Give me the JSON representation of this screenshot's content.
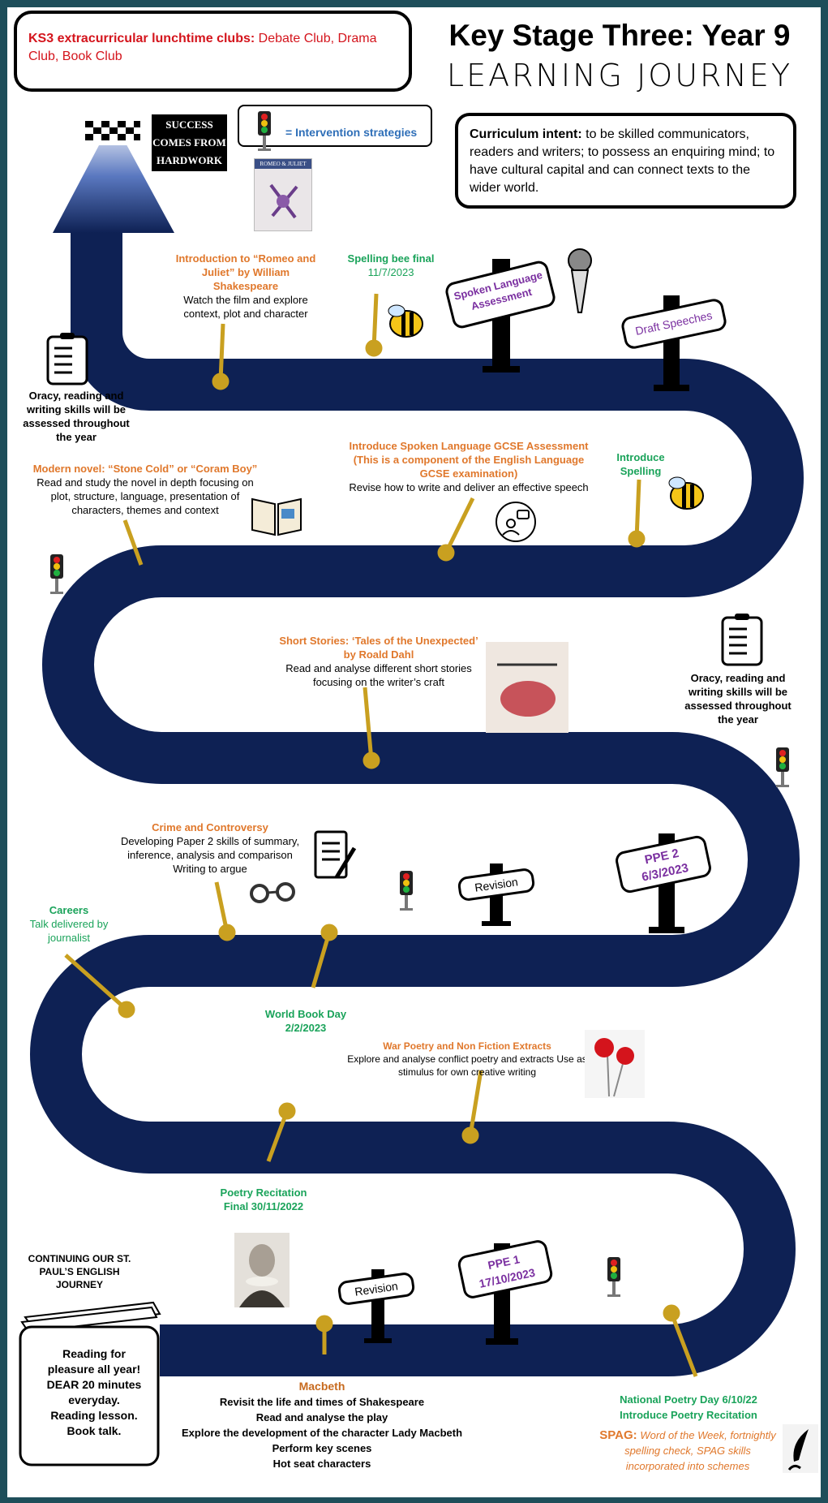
{
  "header": {
    "clubs_label": "KS3 extracurricular lunchtime clubs:",
    "clubs_list": "Debate Club, Drama Club, Book Club",
    "title_line1": "Key Stage Three: Year 9",
    "title_line2": "LEARNING JOURNEY"
  },
  "legend": {
    "success_text": "SUCCESS COMES FROM HARDWORK",
    "intervention_label": "= Intervention strategies"
  },
  "intent": {
    "label": "Curriculum intent:",
    "text": "to be skilled communicators, readers and writers; to possess an enquiring mind; to have cultural capital and can connect texts to the wider world."
  },
  "book_cover": {
    "title": "ROMEO & JULIET"
  },
  "milestones": {
    "romeo": {
      "title": "Introduction to “Romeo and Juliet” by William Shakespeare",
      "desc": "Watch the film and explore context, plot and character"
    },
    "spelling_bee": {
      "title": "Spelling bee final",
      "date": "11/7/2023"
    },
    "spoken_sign": "Spoken Language Assessment",
    "draft_sign": "Draft Speeches",
    "oracy_left": "Oracy, reading and writing skills will be assessed throughout the year",
    "spoken_gcse": {
      "title": "Introduce Spoken Language GCSE Assessment (This is a component of the English Language GCSE examination)",
      "desc": "Revise how to write and deliver an effective speech"
    },
    "introduce_spelling": "Introduce Spelling",
    "modern_novel": {
      "title": "Modern novel: “Stone Cold” or “Coram Boy”",
      "desc": "Read and study the novel in depth focusing on plot, structure, language, presentation of characters, themes and context"
    },
    "short_stories": {
      "title": "Short Stories: ‘Tales of the Unexpected’ by Roald Dahl",
      "desc": "Read and analyse different short stories focusing on the writer’s craft"
    },
    "oracy_right": "Oracy, reading and writing skills will be assessed throughout the year",
    "crime": {
      "title": "Crime and Controversy",
      "desc": "Developing Paper 2 skills of summary, inference, analysis and comparison Writing to argue"
    },
    "revision_sign_top": "Revision",
    "ppe2_sign": {
      "line1": "PPE 2",
      "line2": "6/3/2023"
    },
    "careers": {
      "title": "Careers",
      "desc": "Talk delivered by journalist"
    },
    "world_book_day": {
      "title": "World Book Day",
      "date": "2/2/2023"
    },
    "war_poetry": {
      "title": "War Poetry and Non Fiction Extracts",
      "desc": "Explore and analyse conflict poetry and extracts Use as stimulus for own creative writing"
    },
    "poetry_recitation": {
      "title": "Poetry Recitation",
      "date": "Final 30/11/2022"
    },
    "continuing": "CONTINUING OUR ST. PAUL’S ENGLISH JOURNEY",
    "revision_sign_bottom": "Revision",
    "ppe1_sign": {
      "line1": "PPE 1",
      "line2": "17/10/2023"
    },
    "reading_book": "Reading for pleasure all year! DEAR 20 minutes everyday. Reading lesson. Book talk.",
    "macbeth": {
      "title": "Macbeth",
      "lines": [
        "Revisit the life and times of Shakespeare",
        "Read and analyse the play",
        "Explore the development of the character Lady Macbeth",
        "Perform key scenes",
        "Hot seat characters"
      ]
    },
    "poetry_day": {
      "title": "National Poetry Day 6/10/22",
      "sub": "Introduce Poetry Recitation"
    },
    "spag": {
      "label": "SPAG:",
      "text": "Word of the Week, fortnightly spelling check, SPAG skills incorporated into schemes"
    }
  },
  "colors": {
    "road": "#0e2154",
    "pin": "#c9a020",
    "orange": "#e0782c",
    "green": "#1aa35a",
    "purple": "#7a2fa0",
    "red": "#d4141c"
  }
}
